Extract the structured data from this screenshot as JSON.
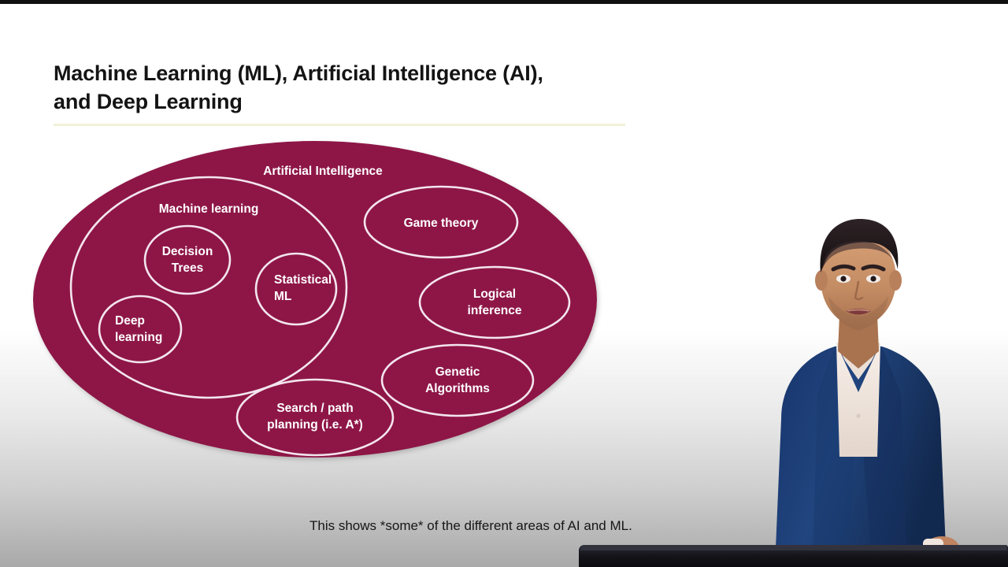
{
  "slide": {
    "title": "Machine Learning (ML), Artificial Intelligence (AI),\nand Deep Learning",
    "caption": "This shows *some* of the different areas of AI and ML.",
    "colors": {
      "maroon": "#8e1846",
      "maroon_dark": "#7d1540",
      "ellipse_stroke": "#f3e6ee",
      "title_text": "#141414",
      "rule": "#f2f0d8",
      "caption_text": "#161616",
      "background_top": "#ffffff",
      "background_bottom": "#a9a9a9"
    }
  },
  "diagram": {
    "type": "venn-nested-ellipses",
    "outer": {
      "label": "Artificial Intelligence"
    },
    "machine_learning": {
      "label": "Machine learning"
    },
    "ml_children": [
      {
        "label": "Decision\nTrees",
        "name": "decision-trees"
      },
      {
        "label": "Statistical\nML",
        "name": "statistical-ml"
      },
      {
        "label": "Deep\nlearning",
        "name": "deep-learning"
      }
    ],
    "ai_children": [
      {
        "label": "Game theory",
        "name": "game-theory"
      },
      {
        "label": "Logical\ninference",
        "name": "logical-inference"
      },
      {
        "label": "Genetic\nAlgorithms",
        "name": "genetic-algorithms"
      },
      {
        "label": "Search / path\nplanning (i.e. A*)",
        "name": "search-path-planning"
      }
    ]
  },
  "presenter": {
    "suit_color": "#1d3f7e",
    "shirt_color": "#f2e7e0",
    "skin_color": "#c8906a",
    "hair_color": "#20181a",
    "podium_color": "#15161b"
  }
}
